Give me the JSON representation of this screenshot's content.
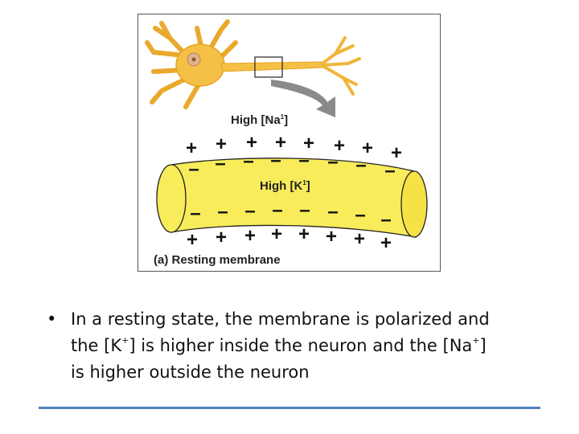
{
  "diagram": {
    "label_outside": "High [Na",
    "label_outside_sup": "1",
    "label_outside_close": "]",
    "label_inside": "High [K",
    "label_inside_sup": "1",
    "label_inside_close": "]",
    "caption": "(a) Resting membrane",
    "plus_sign": "+",
    "minus_sign": "–",
    "colors": {
      "neuron": "#f5c046",
      "membrane": "#f9ec5a",
      "arrow": "#8a8a8a",
      "rule": "#4f81bd"
    }
  },
  "bullet": {
    "marker": "•",
    "l1": "In a resting state, the membrane is polarized and",
    "l2a": "the [K",
    "l2sup1": "+",
    "l2b": "] is higher inside the neuron and the [Na",
    "l2sup2": "+",
    "l2c": "]",
    "l3": "is higher outside the neuron"
  }
}
